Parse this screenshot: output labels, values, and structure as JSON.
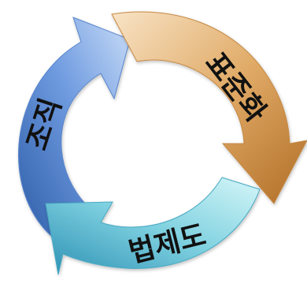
{
  "cycle": {
    "segments": [
      {
        "id": "organization",
        "label": "조직",
        "color_light": "#9fc3ef",
        "color_dark": "#3f6fb8"
      },
      {
        "id": "standardization",
        "label": "표준화",
        "color_light": "#f4d2a7",
        "color_dark": "#c8873d"
      },
      {
        "id": "legal-system",
        "label": "법제도",
        "color_light": "#b8eef3",
        "color_dark": "#3aa6c2"
      }
    ]
  }
}
